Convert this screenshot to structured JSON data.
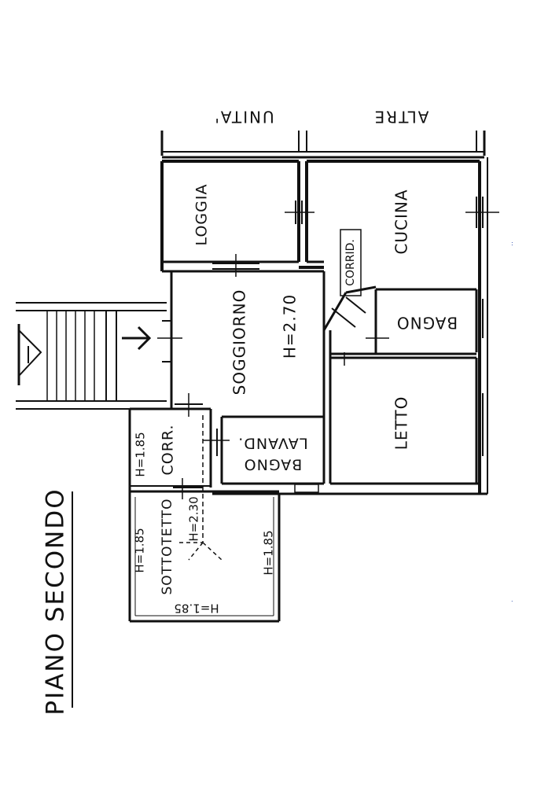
{
  "plan": {
    "floor_title": "PIANO SECONDO",
    "neighbour_labels": {
      "unita": "UNITA'",
      "altre": "ALTRE"
    },
    "rooms": {
      "loggia": "LOGGIA",
      "cucina": "CUCINA",
      "soggiorno": "SOGGIORNO",
      "corrid": "CORRID.",
      "bagno_main": "BAGNO",
      "letto": "LETTO",
      "bagno_lavand_1": "BAGNO",
      "bagno_lavand_2": "LAVAND.",
      "corr": "CORR.",
      "sottotetto": "SOTTOTETTO"
    },
    "heights": {
      "soggiorno": "H=2.70",
      "corr": "H=1.85",
      "sottotetto_peak": "H=2.30",
      "sottotetto_left": "H=1.85",
      "sottotetto_right": "H=1.85",
      "sottotetto_bottom": "H=1.85"
    },
    "colors": {
      "ink": "#111111",
      "paper": "#ffffff",
      "accent_mark": "#2244aa"
    }
  }
}
